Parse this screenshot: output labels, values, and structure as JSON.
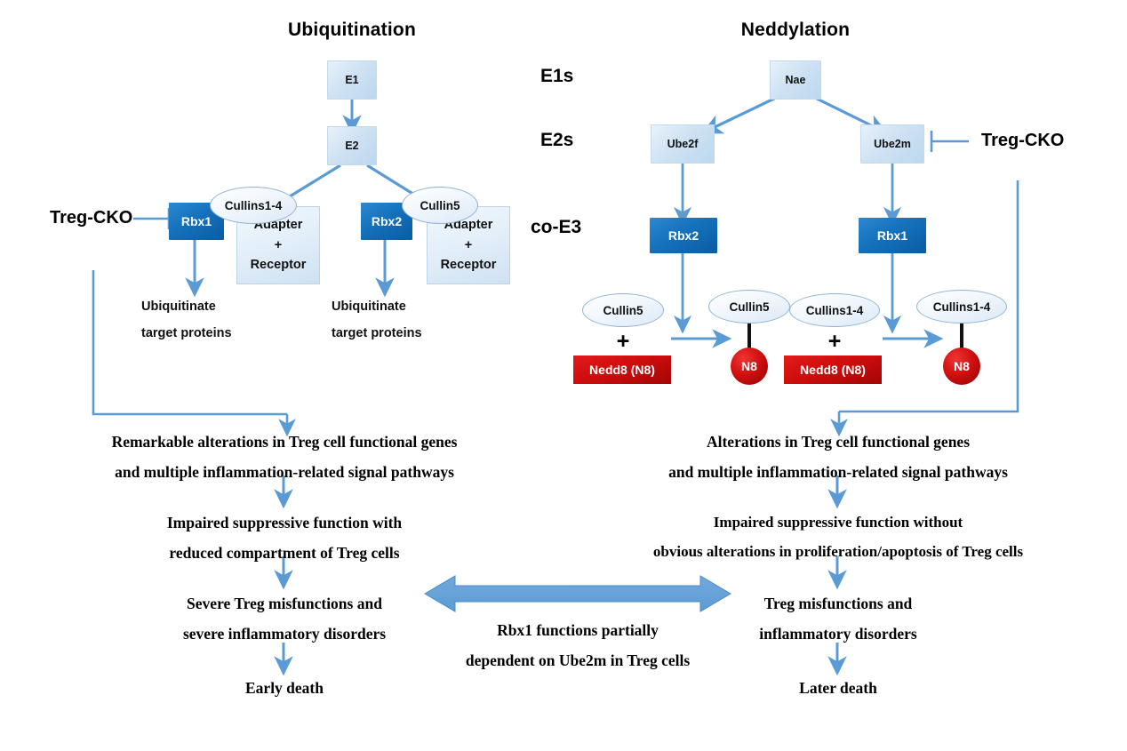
{
  "figure": {
    "type": "biological-pathway-diagram",
    "panels": [
      "Ubiquitination",
      "Neddylation"
    ]
  },
  "titles": {
    "left": "Ubiquitination",
    "right": "Neddylation"
  },
  "row_labels": {
    "e1s": "E1s",
    "e2s": "E2s",
    "coe3": "co-E3"
  },
  "left_panel": {
    "e1": "E1",
    "e2": "E2",
    "rbx1": "Rbx1",
    "rbx2": "Rbx2",
    "cullins14": "Cullins1-4",
    "cullin5": "Cullin5",
    "adapter_line1": "Adapter",
    "adapter_plus": "+",
    "adapter_line2": "Receptor",
    "treg_cko": "Treg-CKO",
    "ubiquitinate_a_l1": "Ubiquitinate",
    "ubiquitinate_a_l2": "target proteins",
    "ubiquitinate_b_l1": "Ubiquitinate",
    "ubiquitinate_b_l2": "target proteins",
    "outcome1_l1": "Remarkable alterations in Treg cell functional genes",
    "outcome1_l2": "and multiple inflammation-related signal pathways",
    "outcome2_l1": "Impaired suppressive function with",
    "outcome2_l2": "reduced compartment of Treg cells",
    "outcome3_l1": "Severe Treg misfunctions and",
    "outcome3_l2": "severe inflammatory disorders",
    "outcome4": "Early death"
  },
  "right_panel": {
    "nae": "Nae",
    "ube2f": "Ube2f",
    "ube2m": "Ube2m",
    "rbx2": "Rbx2",
    "rbx1": "Rbx1",
    "treg_cko": "Treg-CKO",
    "cullin5_free": "Cullin5",
    "cullin5_conj": "Cullin5",
    "cullins14_free": "Cullins1-4",
    "cullins14_conj": "Cullins1-4",
    "plus_a": "+",
    "plus_b": "+",
    "nedd8_a": "Nedd8 (N8)",
    "nedd8_b": "Nedd8 (N8)",
    "n8_a": "N8",
    "n8_b": "N8",
    "outcome1_l1": "Alterations in Treg cell functional genes",
    "outcome1_l2": "and multiple inflammation-related signal pathways",
    "outcome2_l1": "Impaired suppressive function without",
    "outcome2_l2": "obvious alterations in proliferation/apoptosis of Treg cells",
    "outcome3_l1": "Treg misfunctions and",
    "outcome3_l2": "inflammatory disorders",
    "outcome4": "Later death"
  },
  "center": {
    "caption_l1": "Rbx1 functions partially",
    "caption_l2": "dependent on Ube2m in Treg cells"
  },
  "colors": {
    "arrow_blue": "#5b9bd5",
    "rbx_blue_dark": "#0a5ba3",
    "rbx_blue_light": "#2f87d1",
    "enzyme_box_light": "#cfe2f3",
    "nedd8_red": "#cf0d0d",
    "n8_red": "#d21010",
    "text_black": "#000000",
    "background": "#ffffff"
  }
}
